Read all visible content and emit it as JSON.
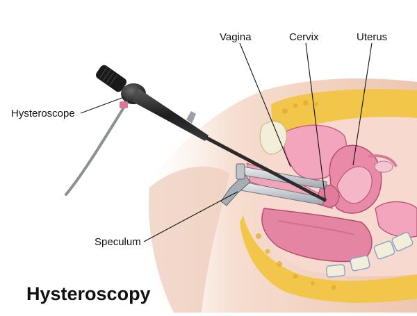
{
  "title": "Hysteroscopy",
  "labels": {
    "vagina": "Vagina",
    "cervix": "Cervix",
    "uterus": "Uterus",
    "hysteroscope": "Hysteroscope",
    "speculum": "Speculum"
  },
  "colors": {
    "skin": "#f1d2c0",
    "skin_shadow": "#e6b9a3",
    "fat": "#f2c64a",
    "tissue_pink": "#e88aa8",
    "tissue_light": "#f5b6c8",
    "muscle": "#c95f7e",
    "bone": "#f3eed9",
    "bone_outline": "#8aa5c8",
    "instrument": "#2b2b2b",
    "metal": "#c9ccd2",
    "cable": "#8d9093"
  }
}
